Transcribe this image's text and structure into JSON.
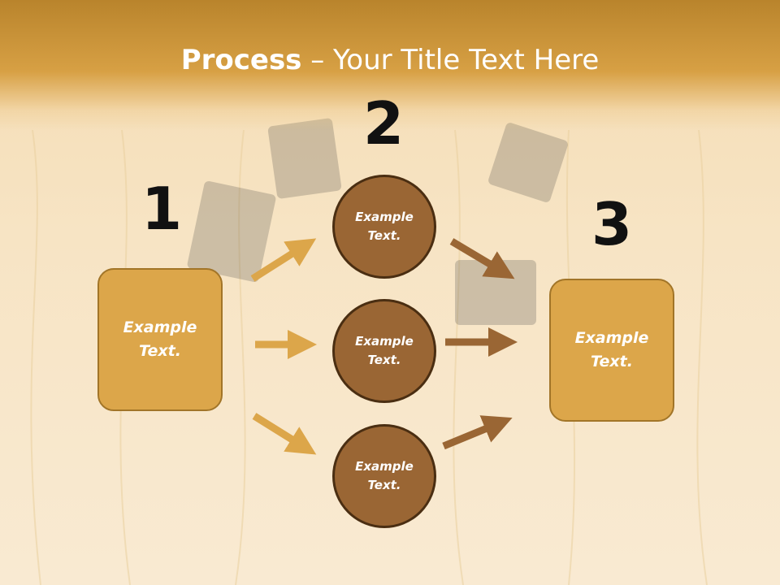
{
  "slide": {
    "title_bold": "Process",
    "title_rest": " – Your Title Text Here"
  },
  "steps": {
    "one": "1",
    "two": "2",
    "three": "3"
  },
  "left_box": {
    "text": "Example\nText."
  },
  "right_box": {
    "text": "Example\nText."
  },
  "circles": [
    {
      "text": "Example\nText."
    },
    {
      "text": "Example\nText."
    },
    {
      "text": "Example\nText."
    }
  ],
  "colors": {
    "header": "#d7a044",
    "box_fill": "#dca64a",
    "circle_fill": "#9a6634",
    "arrow_left": "#dca64a",
    "arrow_right": "#9a6634"
  }
}
